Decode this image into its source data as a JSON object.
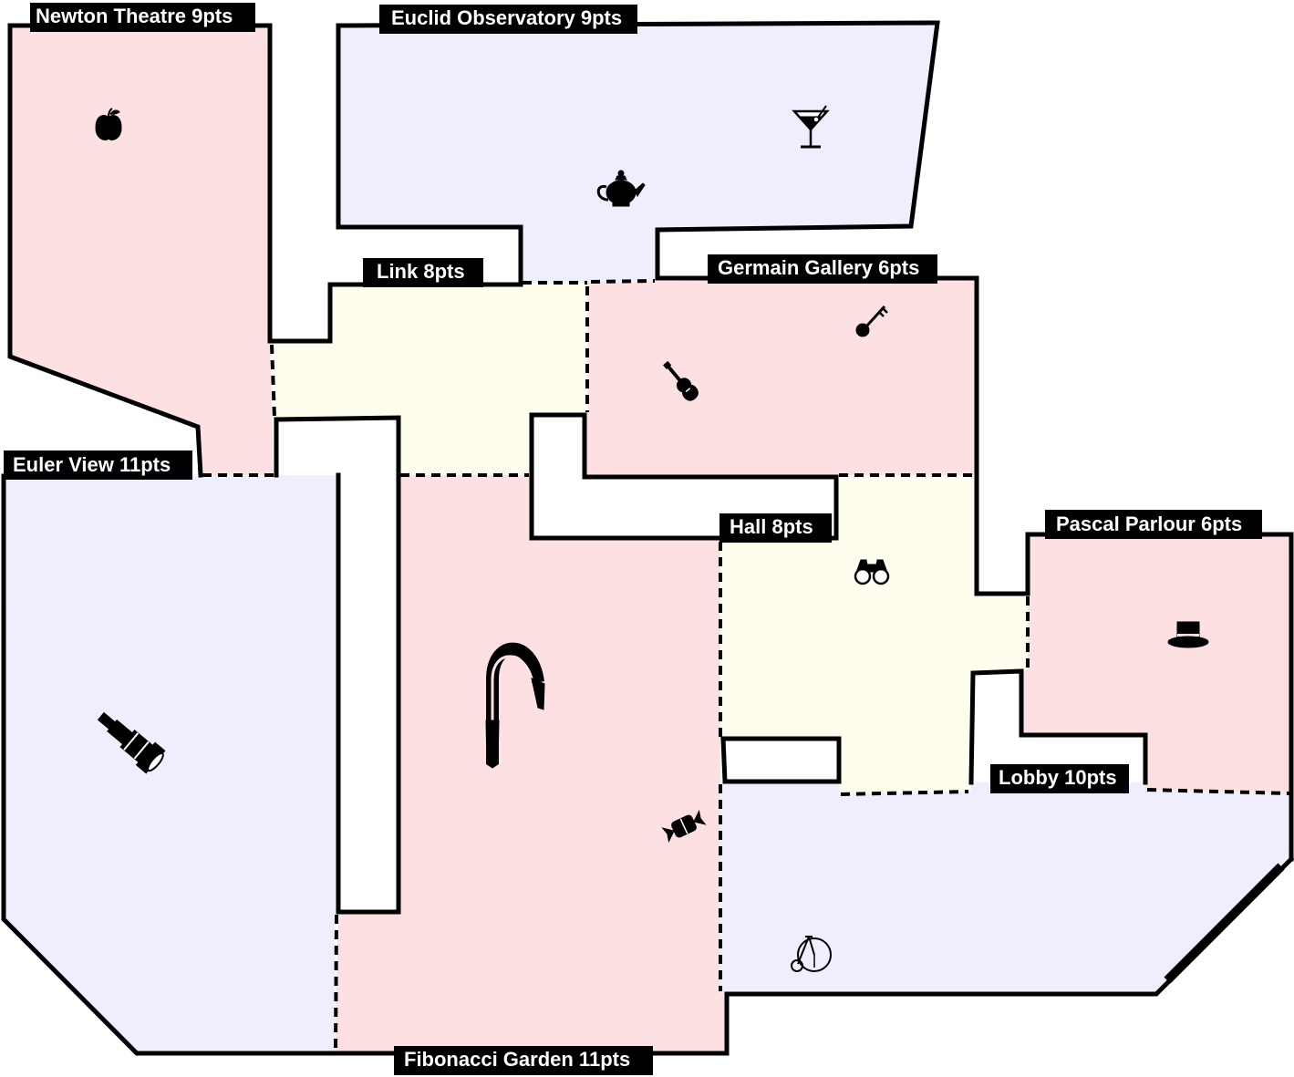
{
  "colors": {
    "pink": "#fde0e2",
    "lavender": "#efeefd",
    "cream": "#fefdee",
    "wall": "#000000",
    "label_bg": "#000000",
    "label_text": "#ffffff"
  },
  "rooms": [
    {
      "id": "newton",
      "name": "Newton Theatre 9pts",
      "color": "pink",
      "icons": [
        "apple-icon"
      ]
    },
    {
      "id": "euclid",
      "name": "Euclid Observatory 9pts",
      "color": "lavender",
      "icons": [
        "teapot-icon",
        "martini-glass-icon"
      ]
    },
    {
      "id": "link",
      "name": "Link 8pts",
      "color": "cream",
      "icons": []
    },
    {
      "id": "germain",
      "name": "Germain Gallery 6pts",
      "color": "pink",
      "icons": [
        "violin-icon",
        "key-icon"
      ]
    },
    {
      "id": "euler",
      "name": "Euler View 11pts",
      "color": "lavender",
      "icons": [
        "telescope-icon"
      ]
    },
    {
      "id": "fibonacci",
      "name": "Fibonacci Garden 11pts",
      "color": "pink",
      "icons": [
        "cane-icon",
        "candy-icon"
      ]
    },
    {
      "id": "hall",
      "name": "Hall 8pts",
      "color": "cream",
      "icons": [
        "binoculars-icon"
      ]
    },
    {
      "id": "pascal",
      "name": "Pascal Parlour 6pts",
      "color": "pink",
      "icons": [
        "top-hat-icon"
      ]
    },
    {
      "id": "lobby",
      "name": "Lobby 10pts",
      "color": "lavender",
      "icons": [
        "penny-farthing-icon"
      ]
    }
  ]
}
